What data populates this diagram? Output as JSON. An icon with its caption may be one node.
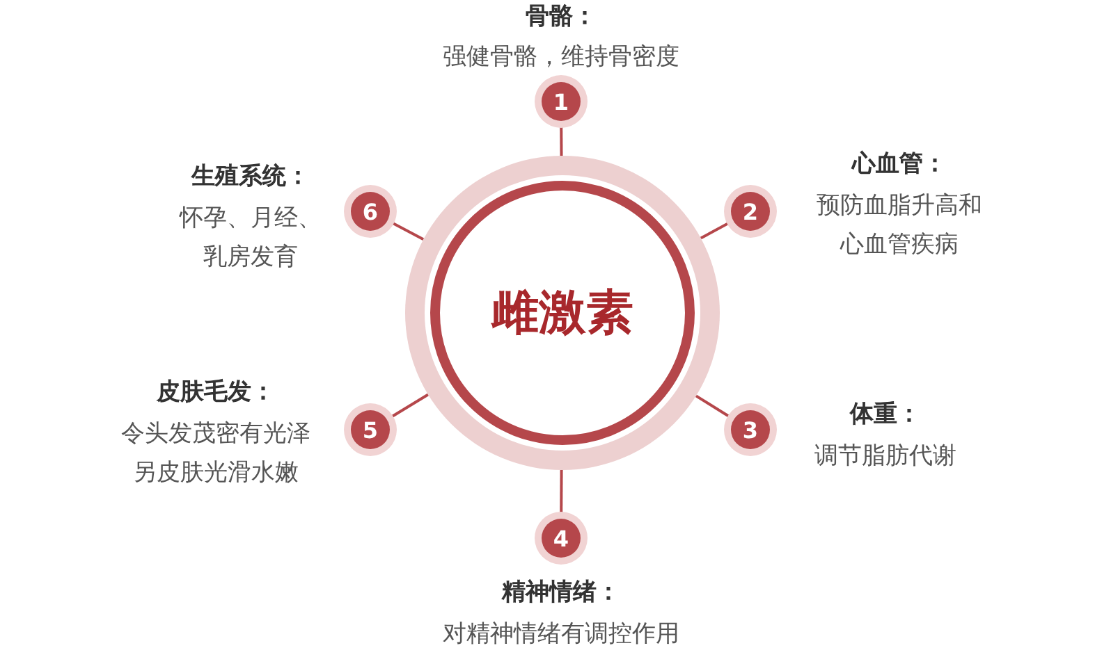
{
  "diagram": {
    "nodes": [
      {
        "text": [
          "雌激素"
        ]
      },
      {
        "text": [
          "1"
        ],
        "beside": [
          "骨骼：",
          "强健骨骼，维持骨密度"
        ]
      },
      {
        "text": [
          "2"
        ],
        "beside": [
          "心血管：",
          "预防血脂升高和心血管疾病"
        ]
      },
      {
        "text": [
          "3"
        ],
        "beside": [
          "体重：",
          "调节脂肪代谢"
        ]
      },
      {
        "text": [
          "4"
        ],
        "beside": [
          "精神情绪：",
          "对精神情绪有调控作用"
        ]
      },
      {
        "text": [
          "5"
        ],
        "beside": [
          "皮肤毛发：",
          "令头发茂密有光泽另皮肤光滑水嫩"
        ]
      },
      {
        "text": [
          "6"
        ],
        "beside": [
          "生殖系统：",
          "怀孕、月经、乳房发育"
        ]
      }
    ],
    "edges": [
      {
        "from": 0,
        "to": 1,
        "arrow": "none"
      },
      {
        "from": 0,
        "to": 2,
        "arrow": "none"
      },
      {
        "from": 0,
        "to": 3,
        "arrow": "none"
      },
      {
        "from": 0,
        "to": 4,
        "arrow": "none"
      },
      {
        "from": 0,
        "to": 5,
        "arrow": "none"
      },
      {
        "from": 0,
        "to": 6,
        "arrow": "none"
      }
    ]
  }
}
